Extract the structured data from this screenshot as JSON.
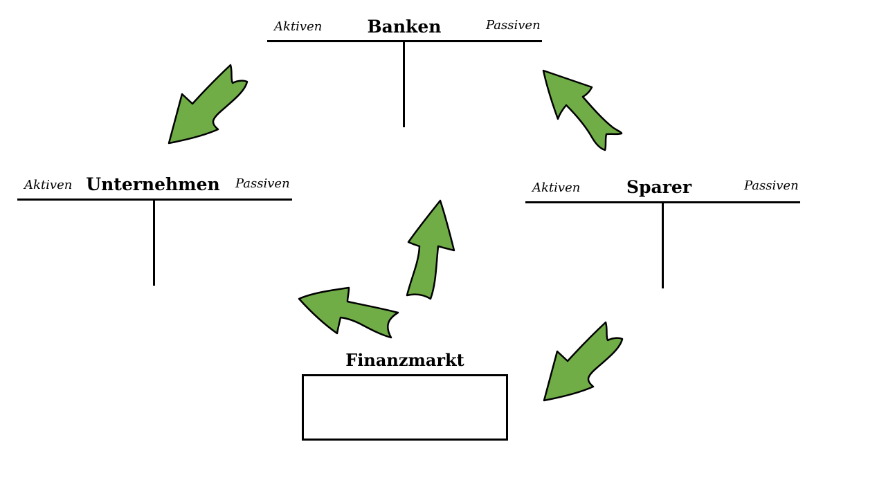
{
  "accounts": {
    "banken": {
      "title": "Banken",
      "left": "Aktiven",
      "right": "Passiven"
    },
    "unternehmen": {
      "title": "Unternehmen",
      "left": "Aktiven",
      "right": "Passiven"
    },
    "sparer": {
      "title": "Sparer",
      "left": "Aktiven",
      "right": "Passiven"
    }
  },
  "market": {
    "title": "Finanzmarkt"
  },
  "colors": {
    "arrow_fill": "#70ad47",
    "line": "#000000"
  }
}
